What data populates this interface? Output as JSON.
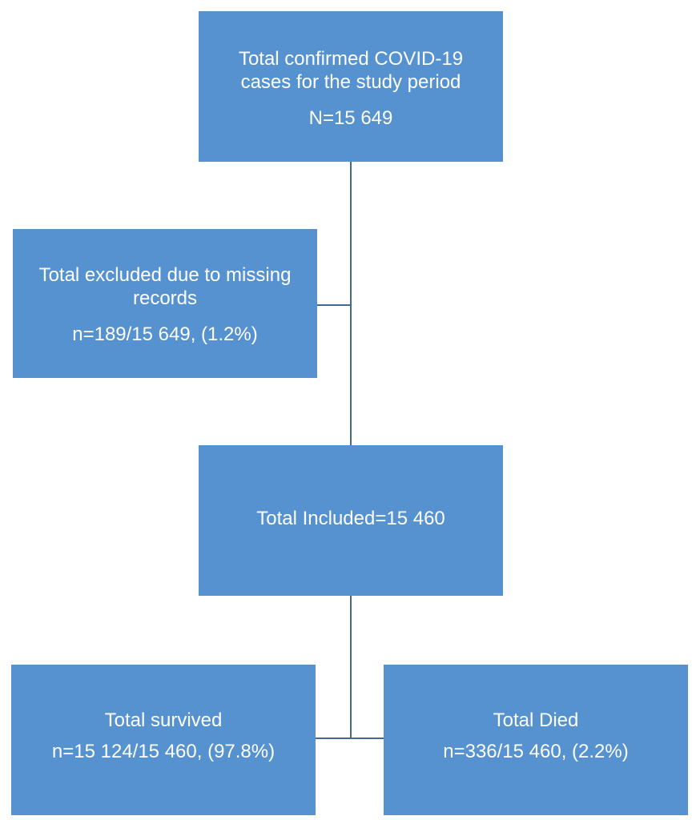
{
  "flowchart": {
    "total": {
      "line1": "Total confirmed COVID-19",
      "line2": "cases for the study period",
      "count": "N=15 649"
    },
    "excluded": {
      "line1": "Total excluded due to missing",
      "line2": "records",
      "count": "n=189/15 649, (1.2%)"
    },
    "included": {
      "label": "Total Included=15 460"
    },
    "survived": {
      "label": "Total survived",
      "count": "n=15 124/15 460, (97.8%)"
    },
    "died": {
      "label": "Total Died",
      "count": "n=336/15 460, (2.2%)"
    }
  },
  "colors": {
    "box_fill": "#5592cf",
    "connector": "#44698e",
    "text": "#ffffff"
  }
}
